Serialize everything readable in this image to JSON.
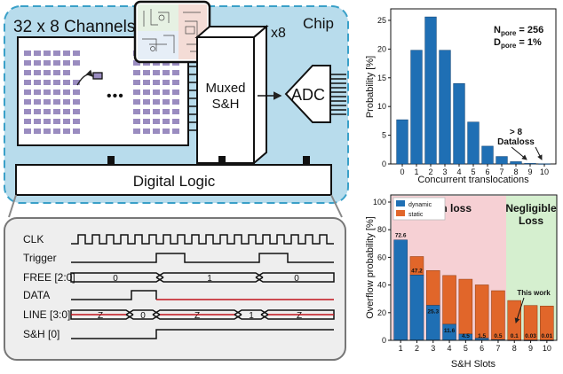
{
  "chip": {
    "channels_title": "32 x 8 Channels",
    "chip_label": "Chip",
    "x8_label": "x8",
    "muxed_sh_line1": "Muxed",
    "muxed_sh_line2": "S&H",
    "adc_label": "ADC",
    "digital_logic_label": "Digital Logic",
    "ellipsis": "•••"
  },
  "timing": {
    "signals": [
      {
        "label": "CLK"
      },
      {
        "label": "Trigger"
      },
      {
        "label": "FREE [2:0]",
        "segments": [
          "0",
          "1",
          "0"
        ]
      },
      {
        "label": "DATA"
      },
      {
        "label": "LINE [3:0]",
        "segments": [
          "Z",
          "0",
          "Z",
          "1",
          "Z"
        ]
      },
      {
        "label": "S&H [0]"
      }
    ]
  },
  "colors": {
    "chip_bg": "#b8dcec",
    "chip_border": "#3aa0c8",
    "pixel": "#9a8cc0",
    "bar_blue": "#1f6fb4",
    "bar_orange": "#e1662a",
    "high_loss_bg": "#f6d0d4",
    "negligible_bg": "#d5efcf",
    "red_text": "#c8202a",
    "signal_red": "#c0141c"
  },
  "chart_data": [
    {
      "type": "bar",
      "title": "",
      "xlabel": "Concurrent translocations",
      "ylabel": "Probability [%]",
      "categories": [
        "0",
        "1",
        "2",
        "3",
        "4",
        "5",
        "6",
        "7",
        "8",
        "9",
        "10"
      ],
      "values": [
        7.7,
        19.8,
        25.6,
        19.8,
        14.0,
        7.3,
        3.1,
        1.3,
        0.4,
        0.1,
        0.03
      ],
      "ylim": [
        0,
        27
      ],
      "yticks": [
        0,
        5,
        10,
        15,
        20,
        25
      ],
      "annotations": [
        "N",
        "pore",
        " = 256",
        "D",
        "pore",
        " = 1%",
        "> 8",
        "Dataloss"
      ]
    },
    {
      "type": "bar",
      "title": "",
      "xlabel": "S&H Slots",
      "ylabel": "Overflow probability [%]",
      "categories": [
        "1",
        "2",
        "3",
        "4",
        "5",
        "6",
        "7",
        "8",
        "9",
        "10"
      ],
      "series": [
        {
          "name": "dynamic",
          "values": [
            72.6,
            47.2,
            25.3,
            11.6,
            4.5,
            1.5,
            0.5,
            0.1,
            0.03,
            0.01
          ]
        },
        {
          "name": "static",
          "values": [
            0,
            13.4,
            25.2,
            35.3,
            39.7,
            38.6,
            35.4,
            28.7,
            25.2,
            24.8
          ]
        }
      ],
      "data_labels": [
        "72.6",
        "47.2",
        "25.3",
        "11.6",
        "4.5",
        "1.5",
        "0.5",
        "0.1",
        "0.03",
        "0.01"
      ],
      "ylim": [
        0,
        100
      ],
      "yticks": [
        0,
        20,
        40,
        60,
        80,
        100
      ],
      "legend": "top-left",
      "regions": [
        "High loss",
        "Negligible",
        "Loss"
      ],
      "annotations": [
        "This work"
      ]
    }
  ]
}
